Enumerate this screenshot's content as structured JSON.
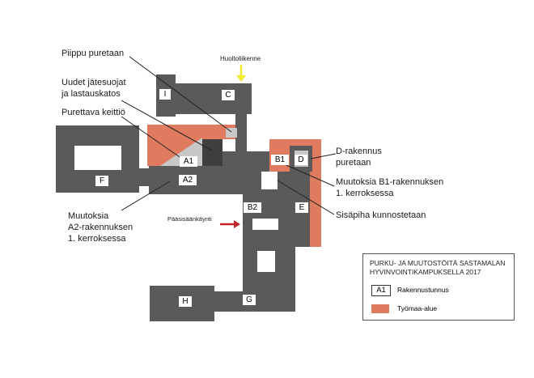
{
  "colors": {
    "building": "#5a5a5a",
    "worksite": "#e07b5f",
    "demolish": "#c8c8c8",
    "service_arrow": "#f2ea2a",
    "entrance_arrow": "#c0272d",
    "leader": "#222222"
  },
  "annotations": {
    "chimney": "Piippu puretaan",
    "service_traffic": "Huoltoliikenne",
    "waste_shelter": "Uudet jätesuojat\nja lastauskatos",
    "kitchen": "Purettava keittiö",
    "d_building": "D-rakennus\npuretaan",
    "b1_changes": "Muutoksia B1-rakennuksen\n1. kerroksessa",
    "courtyard": "Sisäpiha kunnostetaan",
    "a2_changes": "Muutoksia\nA2-rakennuksen\n1. kerroksessa",
    "main_entrance": "Pääsisäänkäynti"
  },
  "building_labels": {
    "I": "I",
    "C": "C",
    "A1": "A1",
    "F": "F",
    "A2": "A2",
    "B1": "B1",
    "D": "D",
    "E": "E",
    "B2": "B2",
    "H": "H",
    "G": "G"
  },
  "legend": {
    "title": "PURKU- JA MUUTOSTÖITÄ SASTAMALAN\nHYVINVOINTIKAMPUKSELLA 2017",
    "symbol_example": "A1",
    "symbol_text": "Rakennustunnus",
    "worksite_text": "Työmaa-alue"
  }
}
